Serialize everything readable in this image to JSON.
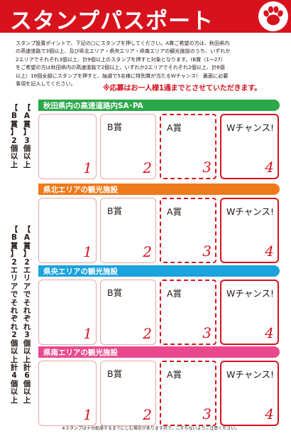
{
  "header": {
    "title": "スタンプパスポート"
  },
  "intro": {
    "lines": [
      "スタンプ設置ポイントで、下記の□にスタンプを押してください。A賞ご希望の方は、秋田県内",
      "の高速道路で3個以上、及び県北エリア・県央エリア・県南エリアの観光施設のうち、いずれか",
      "2エリアでそれぞれ3個以上、計9個以上のスタンプを押すと対象となります。(B賞（1〜27）",
      "をご希望の方は秋田県内の高速道路で2個以上、いずれか2エリアでそれぞれ2個以上、計6個",
      "以上）16個全部にスタンプを押すと、抽選で5名様に特別賞が当たるWチャンス!　裏面に必要",
      "事項を記入してください。"
    ],
    "notice": "※応募はお一人様1通までとさせていただきます。"
  },
  "side_labels": {
    "highway_a": [
      "【",
      "A",
      "賞",
      "】",
      "3",
      "個",
      "以",
      "上"
    ],
    "highway_b": [
      "【",
      "B",
      "賞",
      "】",
      "2",
      "個",
      "以",
      "上"
    ],
    "area_a": [
      "【",
      "A",
      "賞",
      "】",
      "2",
      "エ",
      "リ",
      "ア",
      "で",
      "そ",
      "れ",
      "ぞ",
      "れ",
      "3",
      "個",
      "以",
      "上",
      " ",
      "計",
      "6",
      "個",
      "以",
      "上"
    ],
    "area_b": [
      "【",
      "B",
      "賞",
      "】",
      "2",
      "エ",
      "リ",
      "ア",
      "で",
      "そ",
      "れ",
      "ぞ",
      "れ",
      "2",
      "個",
      "以",
      "上",
      " ",
      "計",
      "4",
      "個",
      "以",
      "上"
    ]
  },
  "sections": [
    {
      "title": "秋田県内の高速道路内SA･PA",
      "color": "#2aa84a"
    },
    {
      "title": "県北エリアの観光施設",
      "color": "#ee7a1c"
    },
    {
      "title": "県央エリアの観光施設",
      "color": "#1aa3dd"
    },
    {
      "title": "県南エリアの観光施設",
      "color": "#e9498c"
    }
  ],
  "boxes": {
    "prizes": [
      "",
      "B賞",
      "A賞",
      "Wチャンス!"
    ],
    "numbers": [
      "1",
      "2",
      "3",
      "4"
    ]
  },
  "footnote": "※スタンプは十分乾燥するまでにじむ場合がありますので、こすらないようご注意ください。",
  "colors": {
    "brand_red": "#d7121d",
    "green": "#2aa84a",
    "orange": "#ee7a1c",
    "blue": "#1aa3dd",
    "pink": "#e9498c"
  },
  "icons": {
    "header_badge": "paw-print-icon"
  }
}
